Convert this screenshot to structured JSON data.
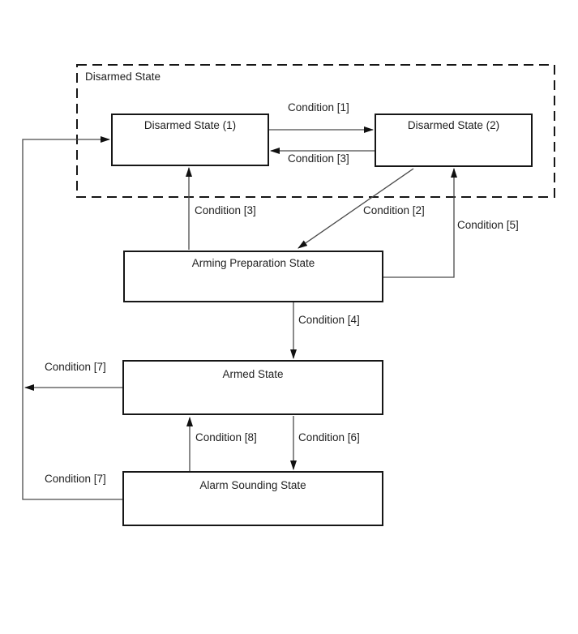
{
  "diagram": {
    "container": {
      "label": "Disarmed State"
    },
    "states": {
      "disarmed1": {
        "label": "Disarmed State (1)"
      },
      "disarmed2": {
        "label": "Disarmed State (2)"
      },
      "arming": {
        "label": "Arming Preparation State"
      },
      "armed": {
        "label": "Armed State"
      },
      "alarm": {
        "label": "Alarm Sounding State"
      }
    },
    "transitions": {
      "c1": {
        "from": "Disarmed State (1)",
        "to": "Disarmed State (2)",
        "label": "Condition [1]"
      },
      "c3h": {
        "from": "Disarmed State (2)",
        "to": "Disarmed State (1)",
        "label": "Condition [3]"
      },
      "c3v": {
        "from": "Arming Preparation State",
        "to": "Disarmed State (1)",
        "label": "Condition [3]"
      },
      "c2": {
        "from": "Disarmed State (2)",
        "to": "Arming Preparation State",
        "label": "Condition [2]"
      },
      "c5": {
        "from": "Arming Preparation State",
        "to": "Disarmed State (2)",
        "label": "Condition [5]"
      },
      "c4": {
        "from": "Arming Preparation State",
        "to": "Armed State",
        "label": "Condition [4]"
      },
      "c7a": {
        "from": "Armed State",
        "to": "Disarmed State (1)",
        "label": "Condition [7]"
      },
      "c6": {
        "from": "Armed State",
        "to": "Alarm Sounding State",
        "label": "Condition [6]"
      },
      "c8": {
        "from": "Alarm Sounding State",
        "to": "Armed State",
        "label": "Condition [8]"
      },
      "c7b": {
        "from": "Alarm Sounding State",
        "to": "Disarmed State (1)",
        "label": "Condition [7]"
      }
    },
    "colors": {
      "line": "#4a4a4a",
      "arrowhead": "#111111",
      "box_border": "#161616",
      "background": "#ffffff",
      "text": "#1f1f1f"
    }
  }
}
